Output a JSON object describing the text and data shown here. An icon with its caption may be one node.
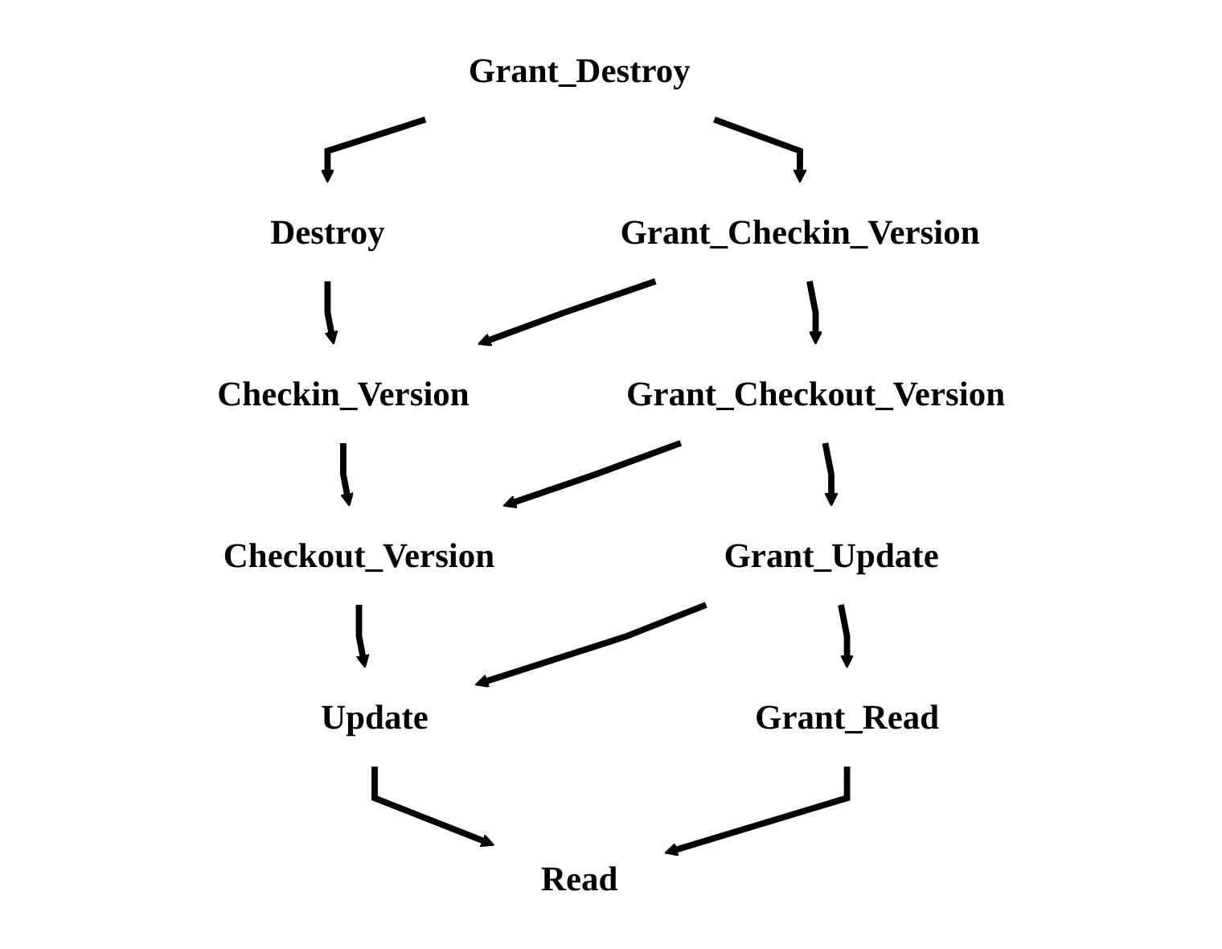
{
  "diagram": {
    "nodes": [
      {
        "text": [
          "Grant_Destroy"
        ]
      },
      {
        "text": [
          "Destroy"
        ]
      },
      {
        "text": [
          "Grant_Checkin_Version"
        ]
      },
      {
        "text": [
          "Checkin_Version"
        ]
      },
      {
        "text": [
          "Grant_Checkout_Version"
        ]
      },
      {
        "text": [
          "Checkout_Version"
        ]
      },
      {
        "text": [
          "Grant_Update"
        ]
      },
      {
        "text": [
          "Update"
        ]
      },
      {
        "text": [
          "Grant_Read"
        ]
      },
      {
        "text": [
          "Read"
        ]
      }
    ],
    "edges": [
      {
        "from": 0,
        "to": 1,
        "arrow": "to"
      },
      {
        "from": 0,
        "to": 2,
        "arrow": "to"
      },
      {
        "from": 1,
        "to": 3,
        "arrow": "to"
      },
      {
        "from": 2,
        "to": 3,
        "arrow": "to"
      },
      {
        "from": 2,
        "to": 4,
        "arrow": "to"
      },
      {
        "from": 3,
        "to": 5,
        "arrow": "to"
      },
      {
        "from": 4,
        "to": 5,
        "arrow": "to"
      },
      {
        "from": 4,
        "to": 6,
        "arrow": "to"
      },
      {
        "from": 5,
        "to": 7,
        "arrow": "to"
      },
      {
        "from": 6,
        "to": 7,
        "arrow": "to"
      },
      {
        "from": 6,
        "to": 8,
        "arrow": "to"
      },
      {
        "from": 7,
        "to": 9,
        "arrow": "to"
      },
      {
        "from": 8,
        "to": 9,
        "arrow": "to"
      }
    ]
  }
}
